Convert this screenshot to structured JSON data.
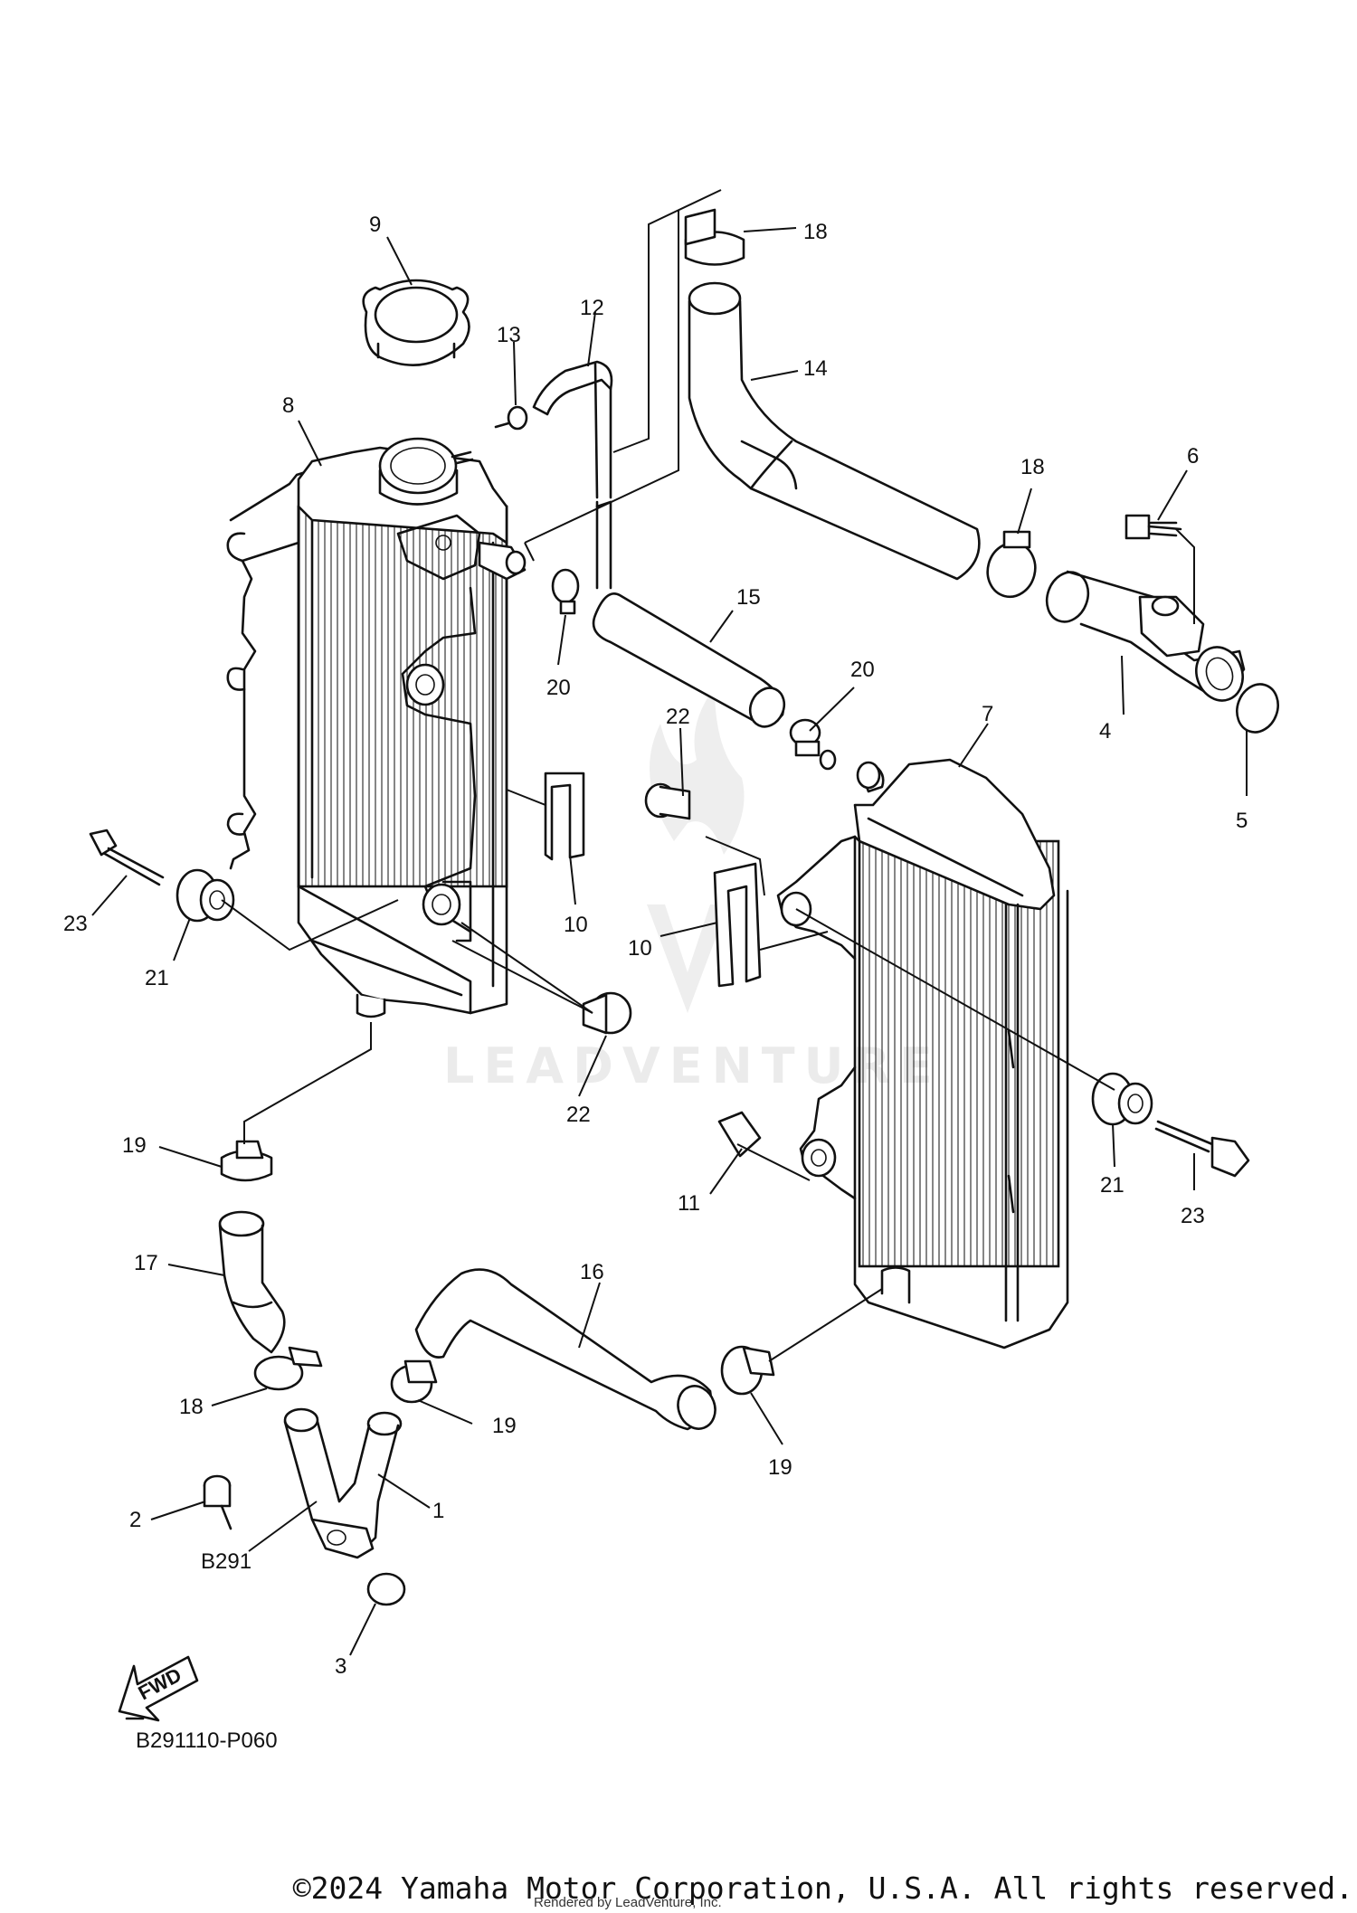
{
  "callouts": [
    {
      "id": "c9",
      "label": "9"
    },
    {
      "id": "c18a",
      "label": "18"
    },
    {
      "id": "c12",
      "label": "12"
    },
    {
      "id": "c13",
      "label": "13"
    },
    {
      "id": "c14",
      "label": "14"
    },
    {
      "id": "c8",
      "label": "8"
    },
    {
      "id": "c18b",
      "label": "18"
    },
    {
      "id": "c6",
      "label": "6"
    },
    {
      "id": "c15",
      "label": "15"
    },
    {
      "id": "c20a",
      "label": "20"
    },
    {
      "id": "c20b",
      "label": "20"
    },
    {
      "id": "c4",
      "label": "4"
    },
    {
      "id": "c22a",
      "label": "22"
    },
    {
      "id": "c7",
      "label": "7"
    },
    {
      "id": "c5",
      "label": "5"
    },
    {
      "id": "c23a",
      "label": "23"
    },
    {
      "id": "c10a",
      "label": "10"
    },
    {
      "id": "c10b",
      "label": "10"
    },
    {
      "id": "c21a",
      "label": "21"
    },
    {
      "id": "c22b",
      "label": "22"
    },
    {
      "id": "c19a",
      "label": "19"
    },
    {
      "id": "c21b",
      "label": "21"
    },
    {
      "id": "c11",
      "label": "11"
    },
    {
      "id": "c23b",
      "label": "23"
    },
    {
      "id": "c17",
      "label": "17"
    },
    {
      "id": "c16",
      "label": "16"
    },
    {
      "id": "c18c",
      "label": "18"
    },
    {
      "id": "c19b",
      "label": "19"
    },
    {
      "id": "c19c",
      "label": "19"
    },
    {
      "id": "c1",
      "label": "1"
    },
    {
      "id": "c2",
      "label": "2"
    },
    {
      "id": "cB291",
      "label": "B291"
    },
    {
      "id": "c3",
      "label": "3"
    }
  ],
  "fwd_label": "FWD",
  "diagram_code": "B291110-P060",
  "watermark": "LEADVENTURE",
  "copyright": "©2024 Yamaha Motor Corporation, U.S.A. All rights reserved.",
  "rendered_by": "Rendered by LeadVenture, Inc."
}
